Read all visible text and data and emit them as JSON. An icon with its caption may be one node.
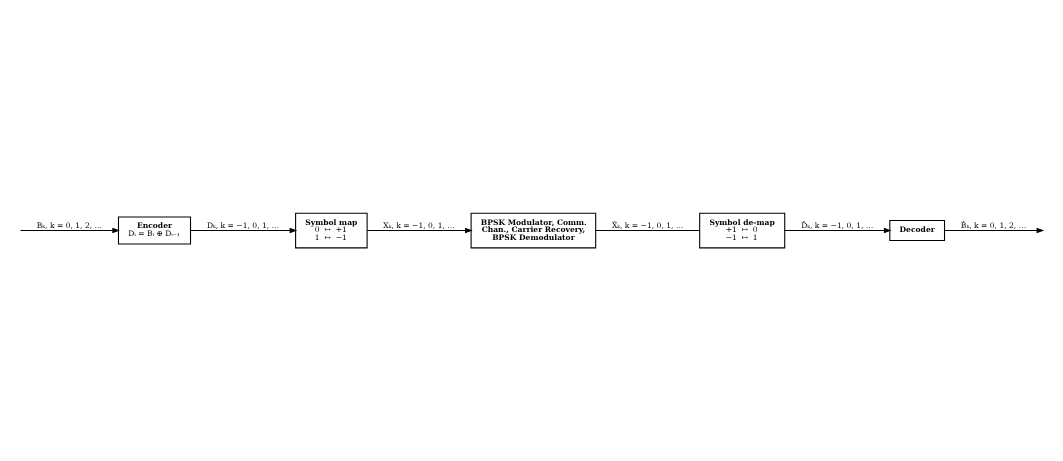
{
  "diagram": {
    "nodes": [
      {
        "text": [
          "Encoder",
          "Dᵢ = Bᵢ ⊕ Dᵢ₋₁"
        ]
      },
      {
        "text": [
          "Symbol map",
          "0  ↦  +1",
          "1  ↦  −1"
        ]
      },
      {
        "text": [
          "BPSK Modulator, Comm. Chan., Carrier Recovery, BPSK Demodulator"
        ]
      },
      {
        "text": [
          "Symbol de-map",
          "+1  ↦  0",
          "−1  ↦  1"
        ]
      },
      {
        "text": [
          "Decoder"
        ]
      }
    ],
    "edges": [
      {
        "from": null,
        "to": 0,
        "arrow": "to",
        "label": "Bₖ, k = 0, 1, 2, …"
      },
      {
        "from": 0,
        "to": 1,
        "arrow": "to",
        "label": "Dₖ, k = −1, 0, 1, …"
      },
      {
        "from": 1,
        "to": 2,
        "arrow": "to",
        "label": "Xₖ, k = −1, 0, 1, …"
      },
      {
        "from": 2,
        "to": 3,
        "arrow": "none",
        "label": "X̂ₖ, k = −1, 0, 1, …"
      },
      {
        "from": 3,
        "to": 4,
        "arrow": "to",
        "label": "D̂ₖ, k = −1, 0, 1, …"
      },
      {
        "from": 4,
        "to": null,
        "arrow": "to",
        "label": "B̂ₖ, k = 0, 1, 2, …"
      }
    ]
  }
}
